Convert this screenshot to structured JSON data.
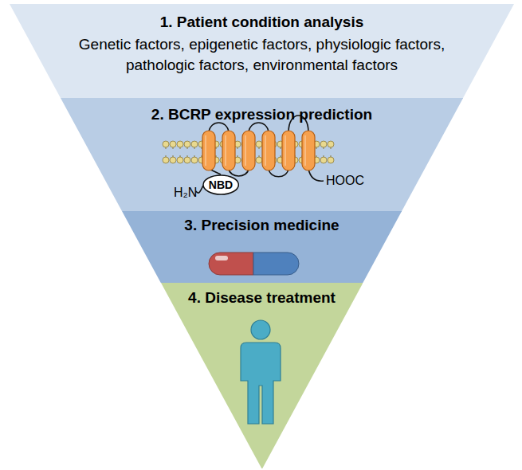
{
  "diagram": {
    "nodes": [
      {
        "text": [
          "1. Patient condition analysis",
          "Genetic factors, epigenetic factors, physiologic factors, pathologic factors, environmental factors"
        ]
      },
      {
        "text": [
          "2. BCRP expression prediction"
        ]
      },
      {
        "text": [
          "NBD"
        ],
        "in": 1
      },
      {
        "text": [
          "3. Precision medicine"
        ]
      },
      {
        "text": [
          "4. Disease treatment"
        ]
      }
    ],
    "labels": [
      "H₂N",
      "HOOC"
    ]
  }
}
